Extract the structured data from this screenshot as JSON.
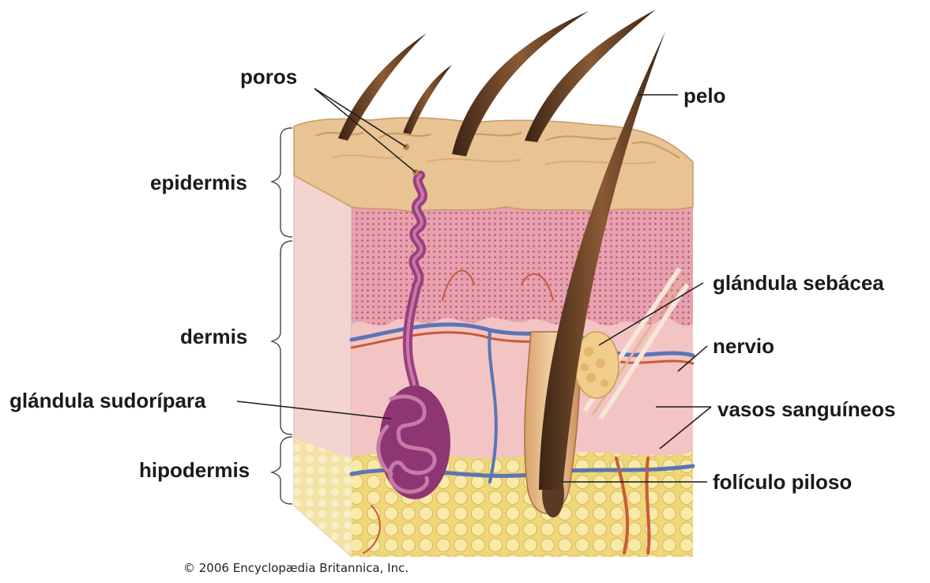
{
  "labels": {
    "poros": "poros",
    "pelo": "pelo",
    "epidermis": "epidermis",
    "dermis": "dermis",
    "hipodermis": "hipodermis",
    "glandula_sebacea": "glándula sebácea",
    "nervio": "nervio",
    "glandula_sudoripara": "glándula sudorípara",
    "vasos_sanguineos": "vasos sanguíneos",
    "foliculo_piloso": "folículo piloso"
  },
  "copyright": "© 2006 Encyclopædia Britannica, Inc.",
  "colors": {
    "epidermis_surface": "#e8c393",
    "dermis_papillary": "#e9a6b4",
    "dermis_side": "#f0d2cf",
    "hypodermis_fat": "#f3e08c",
    "sweat_gland": "#9b3f7f",
    "hair": "#5a3a24",
    "vein": "#5b74b5",
    "artery": "#c95a3a"
  }
}
